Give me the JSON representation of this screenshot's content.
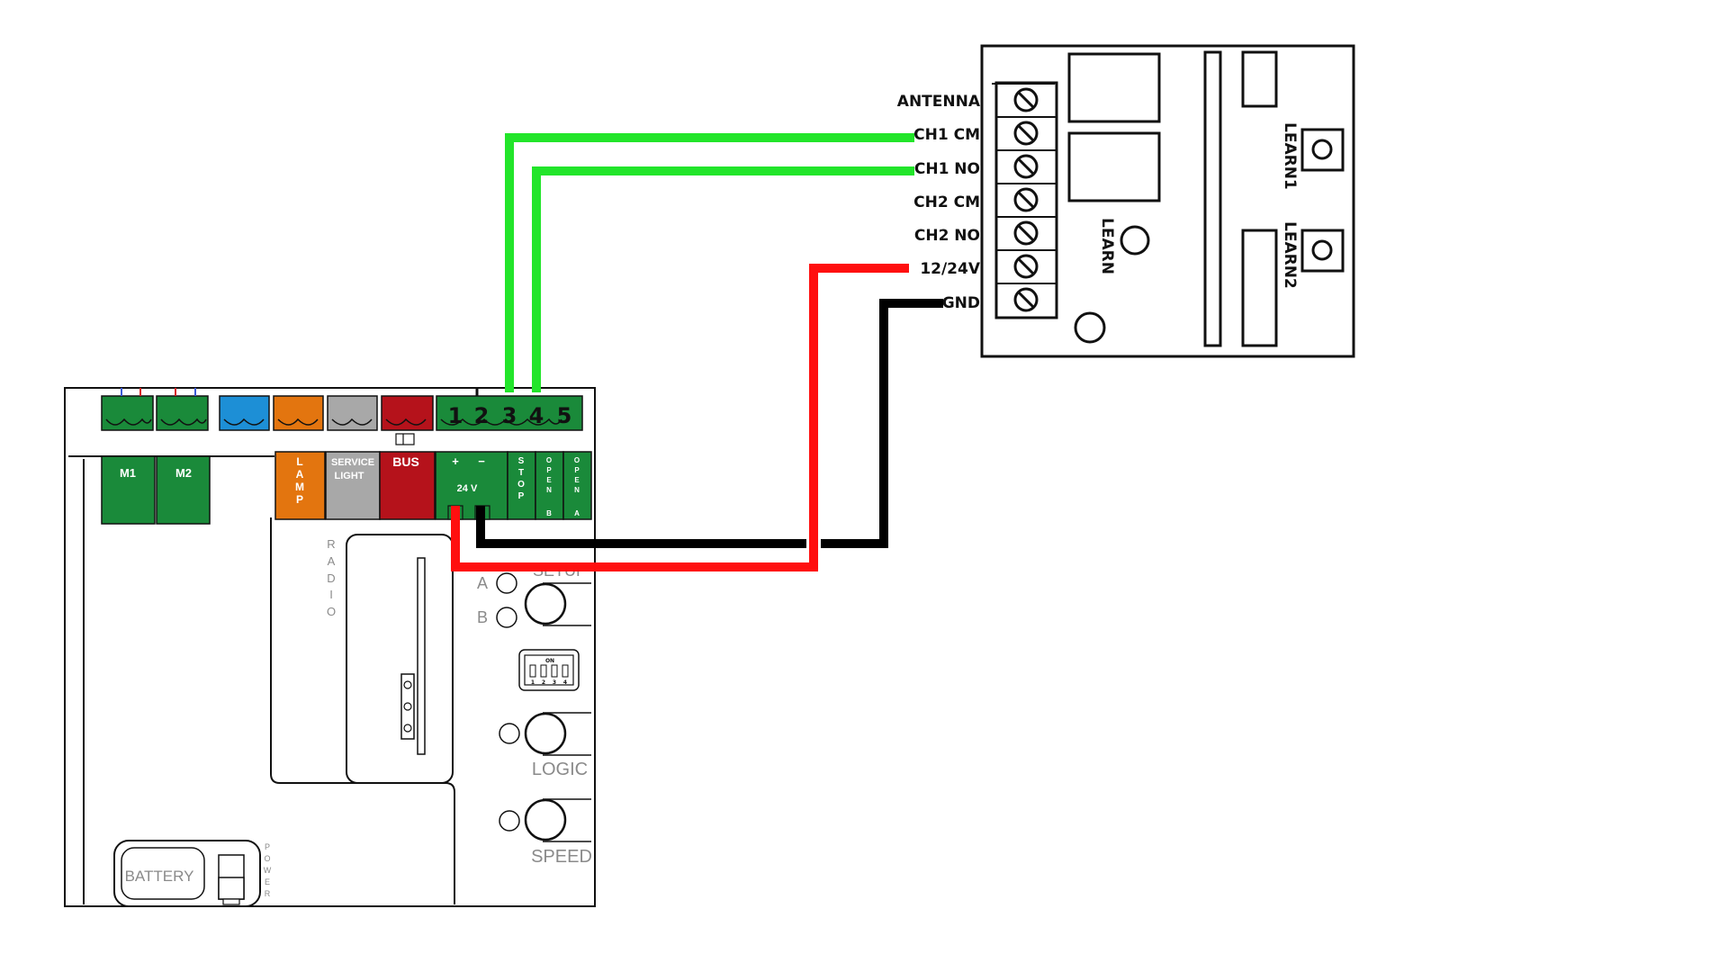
{
  "receiver": {
    "terminals": [
      "ANTENNA",
      "CH1 CM",
      "CH1 NO",
      "CH2 CM",
      "CH2 NO",
      "12/24V",
      "GND"
    ],
    "learn_label": "LEARN",
    "learn1_label": "LEARN1",
    "learn2_label": "LEARN2"
  },
  "controller": {
    "motor_labels": [
      "M1",
      "M2"
    ],
    "lamp_letters": [
      "L",
      "A",
      "M",
      "P"
    ],
    "service_light_lines": [
      "SERVICE",
      "LIGHT"
    ],
    "bus_label": "BUS",
    "terminal_numbers": [
      "1",
      "2",
      "3",
      "4",
      "5"
    ],
    "plus_label": "+",
    "minus_label": "−",
    "power_label": "24 V",
    "stop_letters": [
      "S",
      "T",
      "O",
      "P"
    ],
    "open_b_letters": [
      "O",
      "P",
      "E",
      "N",
      "B"
    ],
    "open_a_letters": [
      "O",
      "P",
      "E",
      "N",
      "A"
    ],
    "radio_letters": [
      "R",
      "A",
      "D",
      "I",
      "O"
    ],
    "led_a": "A",
    "led_b": "B",
    "setup_label": "SETUP",
    "dip_on": "ON",
    "dip_numbers": [
      "1",
      "2",
      "3",
      "4"
    ],
    "logic_label": "LOGIC",
    "speed_label": "SPEED",
    "battery_label": "BATTERY",
    "power_letters": [
      "P",
      "O",
      "W",
      "E",
      "R"
    ]
  },
  "colors": {
    "green_wire": "#22e52a",
    "red_wire": "#ff0f0f",
    "black_wire": "#000000",
    "terminal_green": "#1a8a3a",
    "lamp_orange": "#e3750f",
    "service_grey": "#a8a8a8",
    "bus_red": "#b5121b",
    "blue_block": "#1d8fd6"
  }
}
